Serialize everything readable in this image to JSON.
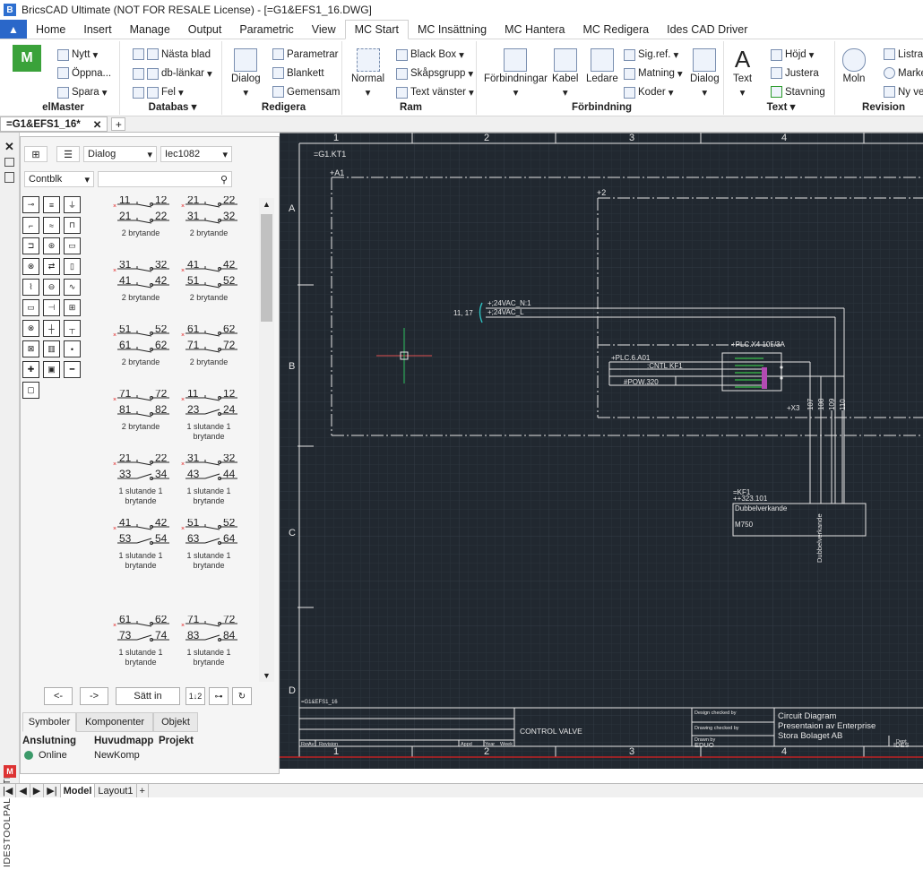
{
  "titlebar": {
    "title": "BricsCAD Ultimate (NOT FOR RESALE License) - [=G1&EFS1_16.DWG]"
  },
  "ribbon_tabs": [
    "Home",
    "Insert",
    "Manage",
    "Output",
    "Parametric",
    "View",
    "MC Start",
    "MC Insättning",
    "MC Hantera",
    "MC Redigera",
    "Ides CAD Driver"
  ],
  "active_tab": "MC Start",
  "ribbon": {
    "elmaster": {
      "label": "elMaster",
      "nytt": "Nytt",
      "oppna": "Öppna...",
      "spara": "Spara"
    },
    "databas": {
      "label": "Databas",
      "nasta_blad": "Nästa blad",
      "db_lankar": "db-länkar",
      "fel": "Fel"
    },
    "redigera": {
      "label": "Redigera",
      "dialog": "Dialog",
      "parametrar": "Parametrar",
      "blankett": "Blankett",
      "gemensam": "Gemensam"
    },
    "ram": {
      "label": "Ram",
      "normal": "Normal",
      "black_box": "Black Box",
      "skapsgrupp": "Skåpsgrupp",
      "text_vanster": "Text vänster"
    },
    "forbindning": {
      "label": "Förbindning",
      "forbindningar": "Förbindningar",
      "kabel": "Kabel",
      "ledare": "Ledare",
      "sig_ref": "Sig.ref.",
      "matning": "Matning",
      "koder": "Koder",
      "dialog": "Dialog"
    },
    "text": {
      "label": "Text",
      "text": "Text",
      "hojd": "Höjd",
      "justera": "Justera",
      "stavning": "Stavning"
    },
    "revision": {
      "label": "Revision",
      "moln": "Moln",
      "listra": "Listra",
      "marke": "Marke",
      "ny_ve": "Ny ve"
    }
  },
  "doc_tab": {
    "label": "=G1&EFS1_16*",
    "close": "✕",
    "add": "+"
  },
  "palette": {
    "vertical_label": "IDESTOOLPALETTE",
    "dialog_dropdown": "Dialog",
    "standard_dropdown": "Iec1082",
    "category_dropdown": "Contblk",
    "symbols": [
      {
        "a": [
          "11",
          "12"
        ],
        "b": [
          "21",
          "22"
        ],
        "cap": "2 brytande",
        "kind": "nc"
      },
      {
        "a": [
          "21",
          "22"
        ],
        "b": [
          "31",
          "32"
        ],
        "cap": "2 brytande",
        "kind": "nc"
      },
      {
        "a": [
          "31",
          "32"
        ],
        "b": [
          "41",
          "42"
        ],
        "cap": "2 brytande",
        "kind": "nc"
      },
      {
        "a": [
          "41",
          "42"
        ],
        "b": [
          "51",
          "52"
        ],
        "cap": "2 brytande",
        "kind": "nc"
      },
      {
        "a": [
          "51",
          "52"
        ],
        "b": [
          "61",
          "62"
        ],
        "cap": "2 brytande",
        "kind": "nc"
      },
      {
        "a": [
          "61",
          "62"
        ],
        "b": [
          "71",
          "72"
        ],
        "cap": "2 brytande",
        "kind": "nc"
      },
      {
        "a": [
          "71",
          "72"
        ],
        "b": [
          "81",
          "82"
        ],
        "cap": "2 brytande",
        "kind": "nc"
      },
      {
        "a": [
          "11",
          "12"
        ],
        "b": [
          "23",
          "24"
        ],
        "cap": "1 slutande 1 brytande",
        "kind": "mix"
      },
      {
        "a": [
          "21",
          "22"
        ],
        "b": [
          "33",
          "34"
        ],
        "cap": "1 slutande 1 brytande",
        "kind": "mix"
      },
      {
        "a": [
          "31",
          "32"
        ],
        "b": [
          "43",
          "44"
        ],
        "cap": "1 slutande 1 brytande",
        "kind": "mix"
      },
      {
        "a": [
          "41",
          "42"
        ],
        "b": [
          "53",
          "54"
        ],
        "cap": "1 slutande 1 brytande",
        "kind": "mix"
      },
      {
        "a": [
          "51",
          "52"
        ],
        "b": [
          "63",
          "64"
        ],
        "cap": "1 slutande 1 brytande",
        "kind": "mix"
      },
      {
        "a": [
          "61",
          "62"
        ],
        "b": [
          "73",
          "74"
        ],
        "cap": "1 slutande 1 brytande",
        "kind": "mix"
      },
      {
        "a": [
          "71",
          "72"
        ],
        "b": [
          "83",
          "84"
        ],
        "cap": "1 slutande 1 brytande",
        "kind": "mix"
      }
    ],
    "prev_button": "<-",
    "next_button": "->",
    "insert_button": "Sätt in",
    "tabs": [
      "Symboler",
      "Komponenter",
      "Objekt"
    ],
    "info_headers": [
      "Anslutning",
      "Huvudmapp",
      "Projekt"
    ],
    "info_values": [
      "Online",
      "NewKomp",
      ""
    ]
  },
  "drawing": {
    "columns": [
      "1",
      "2",
      "3",
      "4"
    ],
    "rows": [
      "A",
      "B",
      "C",
      "D"
    ],
    "sheet_id": "=G1.KT1",
    "loc_a1": "+A1",
    "loc_2": "+2",
    "supply_ref": "11, 17",
    "supply_n": "+;24VAC_N:1",
    "supply_l": "+;24VAC_L",
    "plc_header": "+PLC.X4  105/3A",
    "plc_a01": "+PLC.6.A01",
    "plc_cntl": ":CNTL  KF1",
    "plc_pow": "#POW.320",
    "x3": "+X3",
    "terminals": [
      "107",
      "108",
      "109",
      "110"
    ],
    "kf1": "=KF1",
    "kf1_loc": "++323.101",
    "kf1_desc": "Dubbelverkande",
    "kf1_type": "M750",
    "kf1_vert": "Dubbelverkande",
    "title_block": {
      "doc_id": "=G1&EFS1_16",
      "rev": "Rev",
      "av": "Av",
      "revision": "Revision",
      "appd": "Appd",
      "year": "Year",
      "week": "Week",
      "control_valve": "CONTROL VALVE",
      "design_checked": "Design checked by",
      "drawing_checked": "Drawing checked by",
      "drawn_by": "Drawn by",
      "drawn_by_val": "EDUO",
      "circuit": "Circuit Diagram",
      "presentation": "Presentaion av Enterprise",
      "company": "Stora Bolaget AB",
      "dept": "Dept",
      "dept_val": "IDES"
    }
  },
  "layout_tabs": [
    "Model",
    "Layout1",
    "+"
  ],
  "colors": {
    "canvas": "#212830",
    "accent": "#2a67c9",
    "red": "#e02020"
  }
}
